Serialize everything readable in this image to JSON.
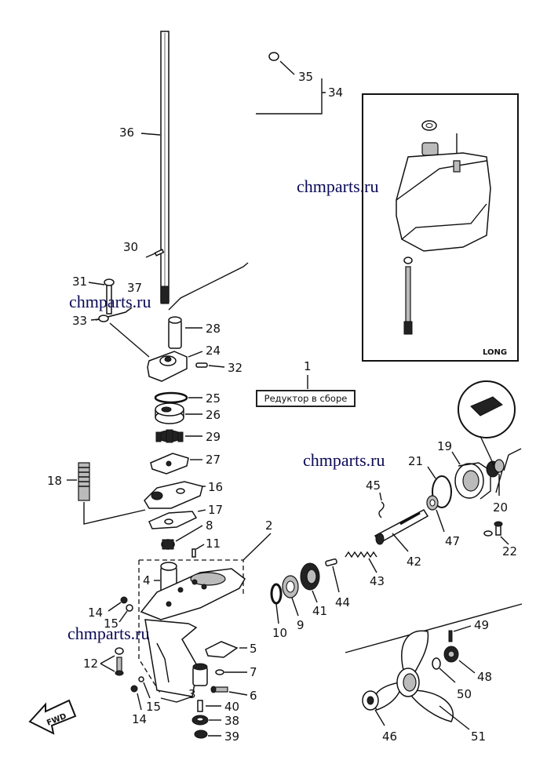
{
  "diagram": {
    "assembly_callout": {
      "number": "1",
      "label": "Редуктор в сборе"
    },
    "inset_label": "LONG",
    "fwd_label": "FWD",
    "watermark": "chmparts.ru",
    "part_numbers": {
      "p2": "2",
      "p3": "3",
      "p4": "4",
      "p5": "5",
      "p6": "6",
      "p7": "7",
      "p8": "8",
      "p9": "9",
      "p10": "10",
      "p11": "11",
      "p12": "12",
      "p14a": "14",
      "p14b": "14",
      "p15a": "15",
      "p15b": "15",
      "p16": "16",
      "p17": "17",
      "p18": "18",
      "p19": "19",
      "p20": "20",
      "p21": "21",
      "p22": "22",
      "p24": "24",
      "p25": "25",
      "p26": "26",
      "p27": "27",
      "p28": "28",
      "p29": "29",
      "p30": "30",
      "p31": "31",
      "p32": "32",
      "p33": "33",
      "p34": "34",
      "p35": "35",
      "p36": "36",
      "p37": "37",
      "p38": "38",
      "p39": "39",
      "p40": "40",
      "p41": "41",
      "p42": "42",
      "p43": "43",
      "p44": "44",
      "p45": "45",
      "p46": "46",
      "p47": "47",
      "p48": "48",
      "p49": "49",
      "p50": "50",
      "p51": "51"
    }
  }
}
